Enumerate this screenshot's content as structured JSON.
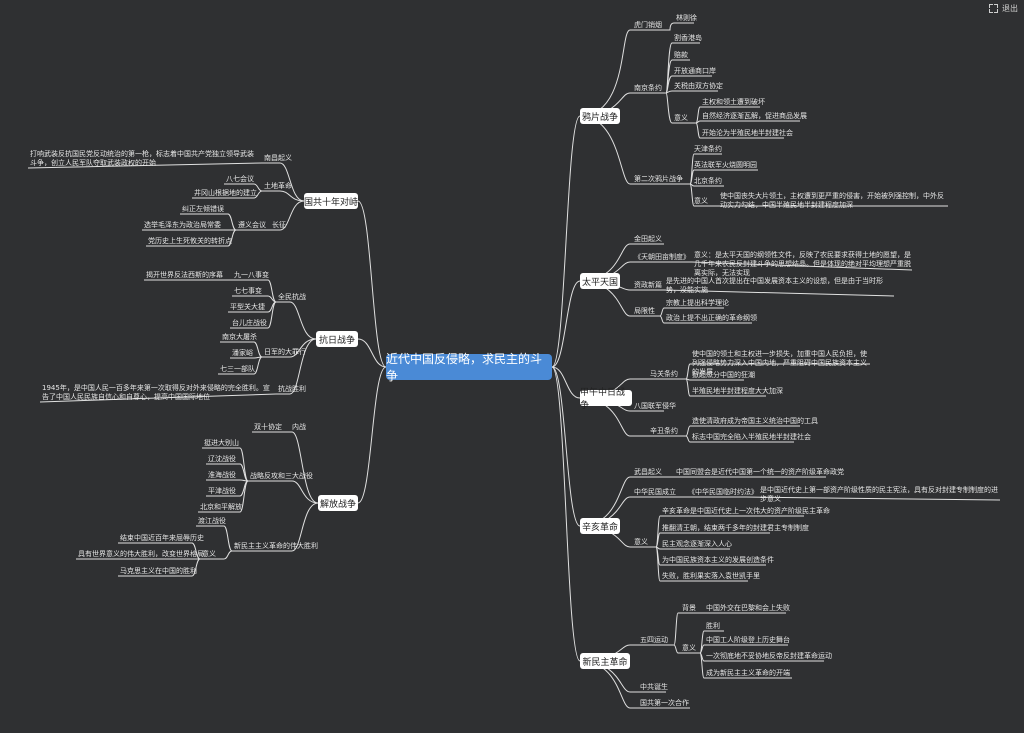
{
  "toolbar": {
    "label": "退出",
    "icon": "fullscreen-exit-icon"
  },
  "root": "近代中国反侵略，求民主的斗争",
  "right": {
    "opium": {
      "title": "鸦片战争",
      "humen": "虎门销烟",
      "lin": "林则徐",
      "nanjing": "南京条约",
      "hk": "割香港岛",
      "pk": "赔款",
      "wk": "开放通商口岸",
      "gs": "关税由双方协定",
      "yiyi": "意义",
      "zq": "主权和领土遭到破坏",
      "zr": "自然经济逐渐瓦解，促进商品发展",
      "bz": "开始沦为半殖民地半封建社会",
      "second": "第二次鸦片战争",
      "tj": "天津条约",
      "ym": "英法联军火烧圆明园",
      "bj": "北京条约",
      "yiyi2": "意义",
      "s2": "使中国丧失大片领土，主权遭到更严重的侵害，开始被列强控制，中外反动实力勾结，中国半殖民地半封建程度加深"
    },
    "taiping": {
      "title": "太平天国",
      "jt": "金田起义",
      "tm": "《天朝田亩制度》",
      "tmy": "意义：是太平天国的纲领性文件，反映了农民要求获得土地的愿望，是几千年来农民反封建斗争的思想结晶。但是体现的绝对平均理想严重脱离实际，无法实现",
      "zz": "资政新篇",
      "zzy": "是先进的中国人首次提出在中国发展资本主义的设想，但是由于当时形势，没能实施",
      "jx": "局限性",
      "jx1": "宗教上提出科学理论",
      "jx2": "政治上提不出正确的革命纲领"
    },
    "jiawu": {
      "title": "甲午中日战争",
      "mg": "马关条约",
      "m1": "使中国的领土和主权进一步损失，加重中国人民负担，使列强侵略势力深入中国内地，严重阻碍中国民族资本主义的发展",
      "m2": "掀起瓜分中国的狂潮",
      "m3": "半殖民地半封建程度大大加深",
      "bg": "八国联军侵华",
      "xc": "辛丑条约",
      "x1": "造使清政府成为帝国主义统治中国的工具",
      "x2": "标志中国完全陷入半殖民地半封建社会"
    },
    "xinhai": {
      "title": "辛亥革命",
      "wc": "武昌起义",
      "wc1": "中国同盟会是近代中国第一个统一的资产阶级革命政党",
      "mg": "中华民国成立",
      "yf": "《中华民国临时约法》",
      "yf1": "是中国近代史上第一部资产阶级性质的民主宪法，具有反对封建专制制度的进步意义",
      "yy": "意义",
      "y1": "辛亥革命是中国近代史上一次伟大的资产阶级民主革命",
      "y2": "推翻清王朝，结束两千多年的封建君主专制制度",
      "y3": "民主观念逐渐深入人心",
      "y4": "为中国民族资本主义的发展创造条件",
      "y5": "失败，胜利果实落入袁世凯手里"
    },
    "xmz": {
      "title": "新民主革命",
      "ws": "五四运动",
      "bj": "背景",
      "bj1": "中国外交在巴黎和会上失败",
      "yy": "意义",
      "sl": "胜利",
      "y1": "中国工人阶级登上历史舞台",
      "y2": "一次彻底地不妥协地反帝反封建革命运动",
      "y3": "成为新民主主义革命的开端",
      "gc": "中共诞生",
      "hz": "国共第一次合作"
    }
  },
  "left": {
    "guogong": {
      "title": "国共十年对峙",
      "nc": "南昌起义",
      "nc1": "打响武装反抗国民党反动统治的第一枪，标志着中国共产党独立领导武装斗争，创立人民军队夺取武装政权的开始",
      "td": "土地革命",
      "bq": "八七会议",
      "jg": "井冈山根据地的建立",
      "cz": "长征",
      "zy": "遵义会议",
      "zy1": "纠正左倾错误",
      "zy2": "选举毛泽东为政治局常委",
      "zy3": "党历史上生死攸关的转折点"
    },
    "kangri": {
      "title": "抗日战争",
      "qm": "全民抗战",
      "q1": "九一八事变",
      "q0": "揭开世界反法西斯的序幕",
      "q2": "七七事变",
      "q3": "平型关大捷",
      "q4": "台儿庄战役",
      "rb": "日军的大罪行",
      "r1": "南京大屠杀",
      "r2": "潘家峪",
      "r3": "七三一部队",
      "sl": "抗战胜利",
      "sl1": "1945年，是中国人民一百多年来第一次取得反对外来侵略的完全胜利。宣告了中国人民民族自信心和自尊心，提高中国国际地位"
    },
    "jiefang": {
      "title": "解放战争",
      "nz": "内战",
      "sq": "双十协定",
      "zl": "战略反攻和三大战役",
      "z1": "挺进大别山",
      "z2": "辽沈战役",
      "z3": "淮海战役",
      "z4": "平津战役",
      "z5": "北京和平解放",
      "xm": "新民主主义革命的伟大胜利",
      "dj": "渡江战役",
      "yy": "意义",
      "yy1": "结束中国近百年来屈辱历史",
      "yy2": "具有世界意义的伟大胜利，改变世界格局",
      "yy3": "马克思主义在中国的胜利"
    }
  }
}
